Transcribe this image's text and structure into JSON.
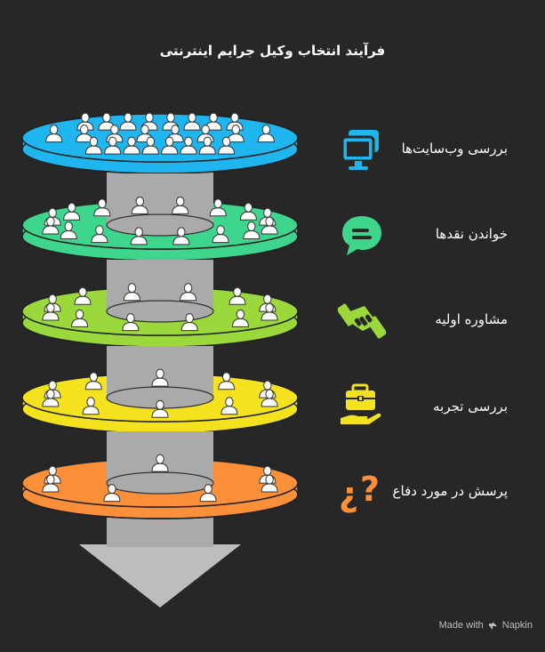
{
  "title": "فرآیند انتخاب وکیل جرایم اینترنتی",
  "colors": {
    "background": "#272727",
    "column": "#aaaaaa",
    "arrow": "#bdbdbd"
  },
  "steps": [
    {
      "label": "بررسی وب‌سایت‌ها",
      "color": "#1fb5ef",
      "color_dark": "#0f8ec4",
      "icon": "monitor-icon",
      "people": 24
    },
    {
      "label": "خواندن نقدها",
      "color": "#3dd68c",
      "color_dark": "#22ad6b",
      "icon": "speech-bubble-icon",
      "people": 16
    },
    {
      "label": "مشاوره اولیه",
      "color": "#9bd83c",
      "color_dark": "#76b01f",
      "icon": "handshake-icon",
      "people": 12
    },
    {
      "label": "بررسی تجربه",
      "color": "#f4e21f",
      "color_dark": "#cbb810",
      "icon": "briefcase-hand-icon",
      "people": 10
    },
    {
      "label": "پرسش در مورد دفاع",
      "color": "#fb8f3a",
      "color_dark": "#d9701f",
      "icon": "question-marks-icon",
      "people": 7
    }
  ],
  "footer": {
    "made_with": "Made with",
    "brand": "Napkin"
  }
}
